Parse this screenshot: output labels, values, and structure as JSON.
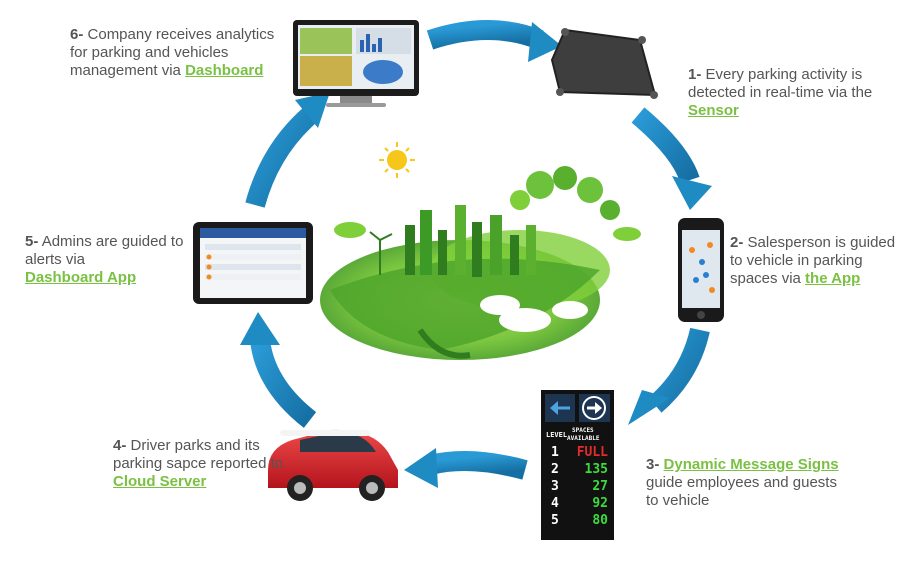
{
  "steps": {
    "s1": {
      "num": "1-",
      "text": "Every parking activity is detected in real-time  via the",
      "highlight": "Sensor"
    },
    "s2": {
      "num": "2-",
      "text": "Salesperson is guided to vehicle in parking spaces via",
      "highlight": "the App"
    },
    "s3": {
      "num": "3-",
      "highlight": "Dynamic Message Signs",
      "text": "guide employees and guests to vehicle"
    },
    "s4": {
      "num": "4-",
      "text": "Driver parks and its parking sapce reported to",
      "highlight": "Cloud Server"
    },
    "s5": {
      "num": "5-",
      "text": "Admins are guided to alerts via",
      "highlight": "Dashboard App"
    },
    "s6": {
      "num": "6-",
      "text": "Company receives analytics for parking and vehicles management via",
      "highlight": "Dashboard"
    }
  },
  "sign": {
    "level_label": "LEVEL",
    "spaces_label1": "SPACES",
    "spaces_label2": "AVAILABLE",
    "rows": [
      {
        "level": "1",
        "value": "FULL"
      },
      {
        "level": "2",
        "value": "135"
      },
      {
        "level": "3",
        "value": "27"
      },
      {
        "level": "4",
        "value": "92"
      },
      {
        "level": "5",
        "value": "80"
      }
    ]
  },
  "colors": {
    "highlight": "#7ac143",
    "arrow": "#1e8bc3",
    "text": "#555555",
    "full": "#e22b2b",
    "available": "#3ddc3d"
  }
}
